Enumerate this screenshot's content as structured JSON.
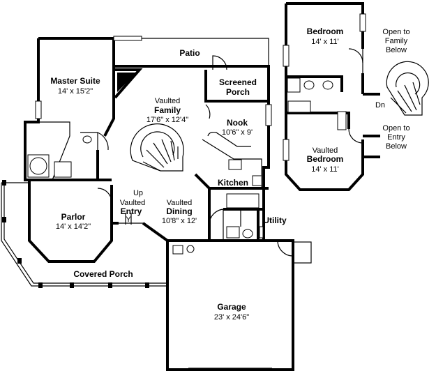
{
  "rooms": {
    "patio": {
      "name": "Patio"
    },
    "master_suite": {
      "name": "Master Suite",
      "dim": "14' x 15'2\""
    },
    "screened_porch": {
      "name_line1": "Screened",
      "name_line2": "Porch"
    },
    "family": {
      "prefix": "Vaulted",
      "name": "Family",
      "dim": "17'6\" x 12'4\""
    },
    "nook": {
      "name": "Nook",
      "dim": "10'6\" x 9'"
    },
    "kitchen": {
      "name": "Kitchen"
    },
    "entry": {
      "up": "Up",
      "prefix": "Vaulted",
      "name": "Entry"
    },
    "dining": {
      "prefix": "Vaulted",
      "name": "Dining",
      "dim": "10'8\" x 12'"
    },
    "parlor": {
      "name": "Parlor",
      "dim": "14' x 14'2\""
    },
    "utility": {
      "name": "Utility"
    },
    "covered_porch": {
      "name": "Covered Porch"
    },
    "garage": {
      "name": "Garage",
      "dim": "23' x 24'6\""
    },
    "bedroom_upper": {
      "name": "Bedroom",
      "dim": "14' x 11'"
    },
    "bedroom_lower": {
      "prefix": "Vaulted",
      "name": "Bedroom",
      "dim": "14' x 11'"
    }
  },
  "notes": {
    "open_family_1": "Open to",
    "open_family_2": "Family",
    "open_family_3": "Below",
    "open_entry_1": "Open to",
    "open_entry_2": "Entry",
    "open_entry_3": "Below",
    "stair_down": "Dn",
    "entry_arrow": "Y"
  }
}
